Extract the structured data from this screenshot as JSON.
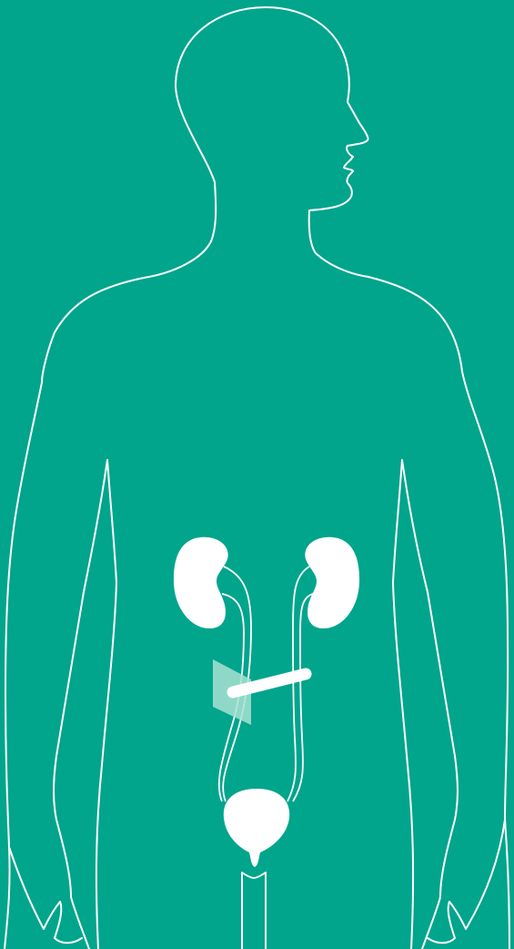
{
  "diagram": {
    "colors": {
      "background": "#00a58c",
      "outline": "#ffffff",
      "organ": "#ffffff",
      "patch": "#a8e0d2"
    },
    "parts": [
      "body-outline",
      "left-kidney",
      "right-kidney",
      "left-ureter",
      "right-ureter",
      "ureter-bypass-tube",
      "bladder",
      "urethra"
    ]
  }
}
